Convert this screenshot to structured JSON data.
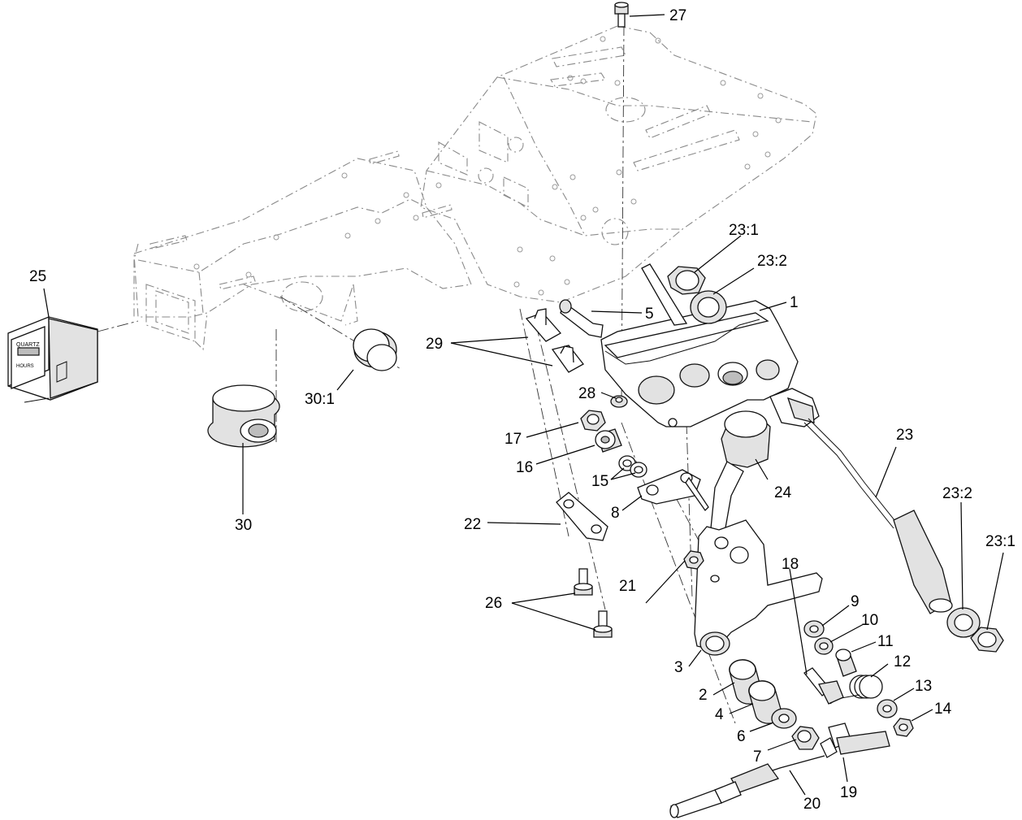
{
  "callouts": {
    "c27": "27",
    "c23_1_top": "23:1",
    "c23_2_top": "23:2",
    "c1": "1",
    "c5": "5",
    "c25": "25",
    "c29": "29",
    "c28": "28",
    "c30_1": "30:1",
    "c17": "17",
    "c16": "16",
    "c15": "15",
    "c23": "23",
    "c8": "8",
    "c24": "24",
    "c30": "30",
    "c22": "22",
    "c23_2_right": "23:2",
    "c23_1_right": "23:1",
    "c18": "18",
    "c21": "21",
    "c26": "26",
    "c9": "9",
    "c10": "10",
    "c11": "11",
    "c12": "12",
    "c3": "3",
    "c13": "13",
    "c2": "2",
    "c14": "14",
    "c4": "4",
    "c6": "6",
    "c7": "7",
    "c20": "20",
    "c19": "19"
  },
  "meter_label": {
    "brand": "QUARTZ",
    "line2": "HOURS"
  }
}
